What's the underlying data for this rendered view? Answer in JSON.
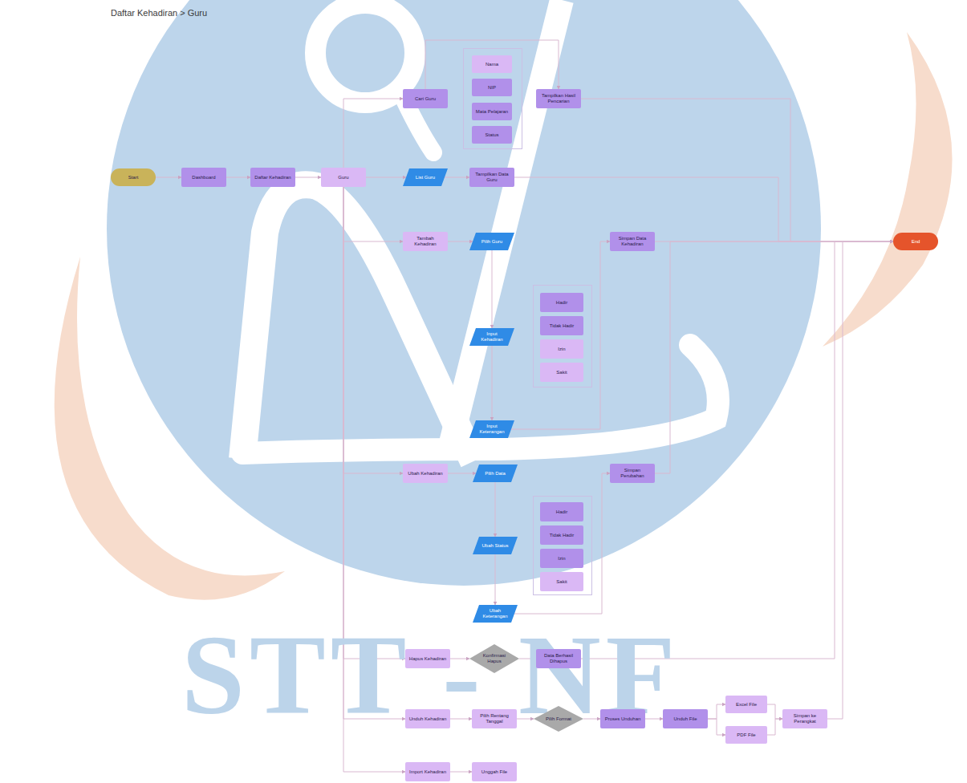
{
  "diagram": {
    "title": "Daftar Kehadiran > Guru",
    "nodes": [
      {
        "text": [
          "Start"
        ]
      },
      {
        "text": [
          "Dashboard"
        ]
      },
      {
        "text": [
          "Daftar Kehadiran"
        ]
      },
      {
        "text": [
          "Guru"
        ]
      },
      {
        "text": [
          "Cari Guru"
        ]
      },
      {
        "text": [
          "Nama"
        ]
      },
      {
        "text": [
          "NIP"
        ]
      },
      {
        "text": [
          "Mata Pelajaran"
        ]
      },
      {
        "text": [
          "Status"
        ]
      },
      {
        "text": [
          "Tampilkan Hasil Pencarian"
        ]
      },
      {
        "text": [
          "List Guru"
        ]
      },
      {
        "text": [
          "Tampilkan Data Guru"
        ]
      },
      {
        "text": [
          "Tambah Kehadiran"
        ]
      },
      {
        "text": [
          "Pilih Guru"
        ]
      },
      {
        "text": [
          "Input Kehadiran"
        ]
      },
      {
        "text": [
          "Hadir"
        ]
      },
      {
        "text": [
          "Tidak Hadir"
        ]
      },
      {
        "text": [
          "Izin"
        ]
      },
      {
        "text": [
          "Sakit"
        ]
      },
      {
        "text": [
          "Input Keterangan"
        ]
      },
      {
        "text": [
          "Simpan Data Kehadiran"
        ]
      },
      {
        "text": [
          "End"
        ]
      },
      {
        "text": [
          "Ubah Kehadiran"
        ]
      },
      {
        "text": [
          "Pilih Data"
        ]
      },
      {
        "text": [
          "Ubah Status"
        ]
      },
      {
        "text": [
          "Hadir"
        ]
      },
      {
        "text": [
          "Tidak Hadir"
        ]
      },
      {
        "text": [
          "Izin"
        ]
      },
      {
        "text": [
          "Sakit"
        ]
      },
      {
        "text": [
          "Ubah Keterangan"
        ]
      },
      {
        "text": [
          "Simpan Perubahan"
        ]
      },
      {
        "text": [
          "Hapus Kehadiran"
        ]
      },
      {
        "text": [
          "Konfirmasi Hapus"
        ]
      },
      {
        "text": [
          "Data Berhasil Dihapus"
        ]
      },
      {
        "text": [
          "Unduh Kehadiran"
        ]
      },
      {
        "text": [
          "Pilih Rentang Tanggal"
        ]
      },
      {
        "text": [
          "Pilih Format"
        ]
      },
      {
        "text": [
          "Proses Unduhan"
        ]
      },
      {
        "text": [
          "Unduh File"
        ]
      },
      {
        "text": [
          "Excel File"
        ]
      },
      {
        "text": [
          "PDF File"
        ]
      },
      {
        "text": [
          "Simpan ke Perangkat"
        ]
      },
      {
        "text": [
          "Import Kehadiran"
        ]
      },
      {
        "text": [
          "Unggah File"
        ]
      }
    ],
    "edges": [
      {
        "from": 0,
        "to": 1,
        "arrow": "to"
      },
      {
        "from": 1,
        "to": 2,
        "arrow": "to"
      },
      {
        "from": 2,
        "to": 3,
        "arrow": "to"
      },
      {
        "from": 3,
        "to": 10,
        "arrow": "to"
      },
      {
        "from": 10,
        "to": 11,
        "arrow": "to"
      },
      {
        "from": 11,
        "to": 21,
        "arrow": "to"
      },
      {
        "from": 3,
        "to": 4,
        "arrow": "to"
      },
      {
        "from": 4,
        "to": 9,
        "arrow": "to"
      },
      {
        "from": 9,
        "to": 21,
        "arrow": "to"
      },
      {
        "from": 3,
        "to": 12,
        "arrow": "to"
      },
      {
        "from": 12,
        "to": 13,
        "arrow": "to"
      },
      {
        "from": 13,
        "to": 14,
        "arrow": "to"
      },
      {
        "from": 14,
        "to": 19,
        "arrow": "to"
      },
      {
        "from": 19,
        "to": 20,
        "arrow": "to"
      },
      {
        "from": 20,
        "to": 21,
        "arrow": "to"
      },
      {
        "from": 3,
        "to": 22,
        "arrow": "to"
      },
      {
        "from": 22,
        "to": 23,
        "arrow": "to"
      },
      {
        "from": 23,
        "to": 24,
        "arrow": "to"
      },
      {
        "from": 24,
        "to": 29,
        "arrow": "to"
      },
      {
        "from": 29,
        "to": 30,
        "arrow": "to"
      },
      {
        "from": 30,
        "to": 21,
        "arrow": "to"
      },
      {
        "from": 3,
        "to": 31,
        "arrow": "to"
      },
      {
        "from": 31,
        "to": 32,
        "arrow": "to"
      },
      {
        "from": 32,
        "to": 33,
        "arrow": "to"
      },
      {
        "from": 33,
        "to": 21,
        "arrow": "to"
      },
      {
        "from": 3,
        "to": 34,
        "arrow": "to"
      },
      {
        "from": 34,
        "to": 35,
        "arrow": "to"
      },
      {
        "from": 35,
        "to": 36,
        "arrow": "to"
      },
      {
        "from": 36,
        "to": 37,
        "arrow": "to"
      },
      {
        "from": 37,
        "to": 38,
        "arrow": "to"
      },
      {
        "from": 38,
        "to": 39,
        "arrow": "to"
      },
      {
        "from": 38,
        "to": 40,
        "arrow": "to"
      },
      {
        "from": 39,
        "to": 41,
        "arrow": "to"
      },
      {
        "from": 40,
        "to": 41,
        "arrow": "to"
      },
      {
        "from": 41,
        "to": 21,
        "arrow": "to"
      },
      {
        "from": 3,
        "to": 42,
        "arrow": "to"
      },
      {
        "from": 42,
        "to": 43,
        "arrow": "to"
      }
    ],
    "labels": [
      "STT - NF"
    ]
  }
}
